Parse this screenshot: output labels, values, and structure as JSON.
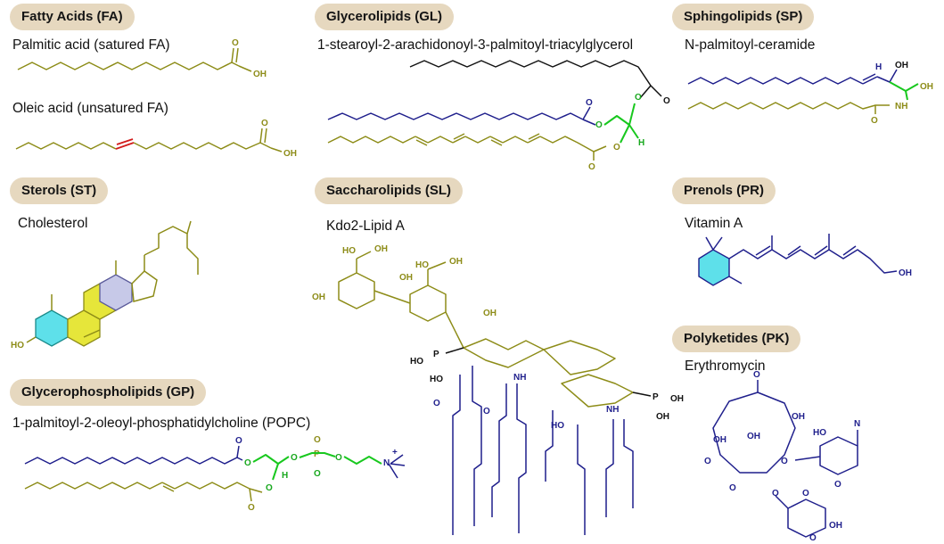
{
  "categories": {
    "fa": {
      "title": "Fatty Acids (FA)",
      "examples": [
        "Palmitic acid (satured FA)",
        "Oleic acid (unsatured FA)"
      ]
    },
    "gl": {
      "title": "Glycerolipids (GL)",
      "examples": [
        "1-stearoyl-2-arachidonoyl-3-palmitoyl-triacylglycerol"
      ]
    },
    "sp": {
      "title": "Sphingolipids (SP)",
      "examples": [
        "N-palmitoyl-ceramide"
      ]
    },
    "st": {
      "title": "Sterols (ST)",
      "examples": [
        "Cholesterol"
      ]
    },
    "sl": {
      "title": "Saccharolipids (SL)",
      "examples": [
        "Kdo2-Lipid A"
      ]
    },
    "pr": {
      "title": "Prenols (PR)",
      "examples": [
        "Vitamin A"
      ]
    },
    "gp": {
      "title": "Glycerophospholipids (GP)",
      "examples": [
        "1-palmitoyl-2-oleoyl-phosphatidylcholine (POPC)"
      ]
    },
    "pk": {
      "title": "Polyketides (PK)",
      "examples": [
        "Erythromycin"
      ]
    }
  },
  "atom_labels": {
    "o": "O",
    "oh": "OH",
    "ho": "HO",
    "h": "H",
    "nh": "NH",
    "p": "P",
    "n_plus": "N",
    "plus": "+",
    "o_minus": "O"
  },
  "colors": {
    "pill": "#e6d8bf",
    "olive": "#8d8c18",
    "navy": "#1f1f8c",
    "green": "#18c81e",
    "red": "#d21c1c",
    "cyan": "#5ee0ea",
    "lavender": "#c7c9e8",
    "yellow": "#e6e63a"
  }
}
